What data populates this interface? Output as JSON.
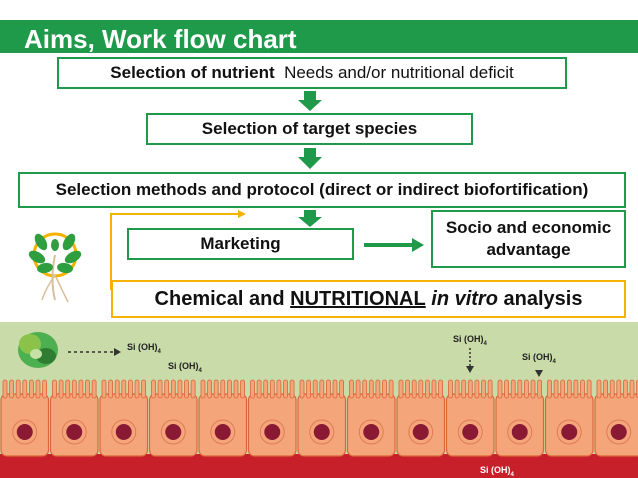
{
  "title": "Aims, Work flow chart",
  "boxes": {
    "nutrient": {
      "bold": "Selection of nutrient",
      "rest": "Needs and/or nutritional deficit"
    },
    "species": "Selection of target species",
    "methods": "Selection methods and protocol (direct or indirect biofortification)",
    "marketing": "Marketing",
    "socio_line1": "Socio and economic",
    "socio_line2": "advantage",
    "analysis": {
      "part1": "Chemical and ",
      "underlined": "NUTRITIONAL",
      "part2": " ",
      "italic": "in vitro",
      "part3": " analysis"
    }
  },
  "labels": {
    "si1": "Si (OH)",
    "si2": "Si (OH)",
    "si3": "Si (OH)",
    "si4": "Si (OH)",
    "si5": "Si (OH)",
    "subscript": "4"
  },
  "colors": {
    "title_bg": "#1e9a4a",
    "box_border": "#1e9a4a",
    "arrow": "#1e9a4a",
    "feedback_line": "#f6b200",
    "lumen": "#c9dba8",
    "cell": "#f5a57a",
    "nucleus": "#8a1a33",
    "blood": "#c8202a"
  },
  "icons": [
    "down-arrow-icon",
    "right-arrow-icon",
    "laurel-plant-icon",
    "lettuce-icon"
  ]
}
